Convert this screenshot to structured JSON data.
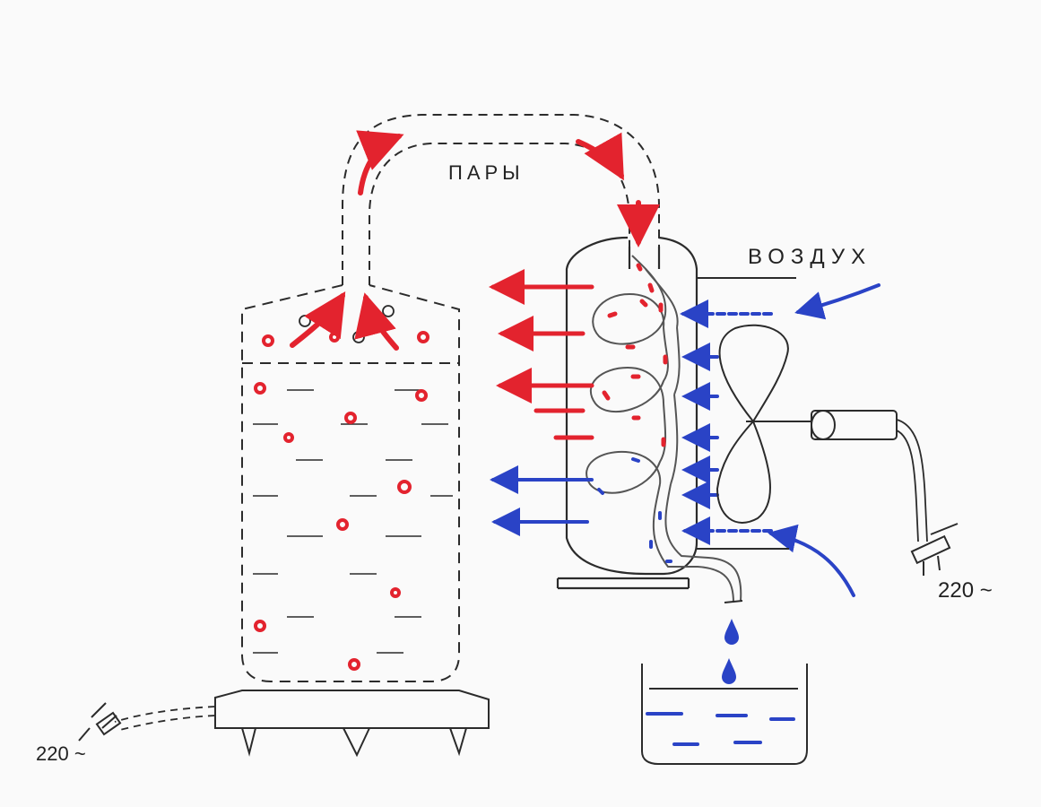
{
  "labels": {
    "vapors": "ПАРЫ",
    "air": "ВОЗДУХ",
    "voltage_right": "220 ~",
    "voltage_left": "220 ~"
  },
  "colors": {
    "hot": "#e3232e",
    "cold": "#2a43c6",
    "ink": "#2b2b2b",
    "paper": "#fafafa"
  }
}
